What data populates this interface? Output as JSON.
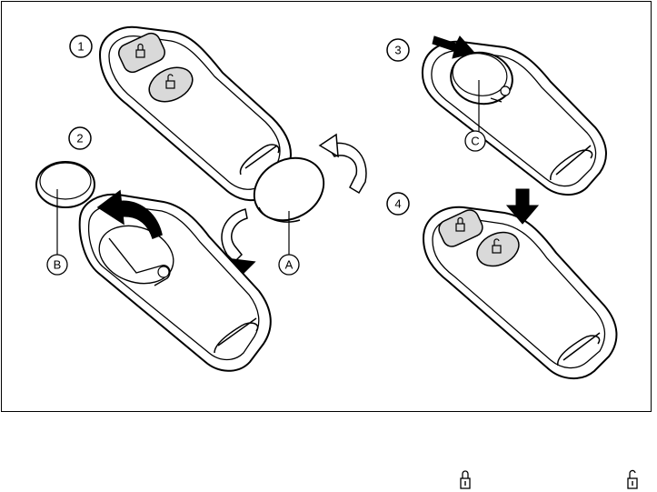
{
  "steps": [
    {
      "number": "1"
    },
    {
      "number": "2"
    },
    {
      "number": "3"
    },
    {
      "number": "4"
    }
  ],
  "callouts": {
    "a": "A",
    "b": "B",
    "c": "C"
  },
  "colors": {
    "line": "#000000",
    "body_fill": "#ffffff",
    "button_fill": "#d9d9d9",
    "arrow_fill": "#000000",
    "background": "#ffffff"
  },
  "footer_icons": [
    "lock-icon",
    "unlock-icon"
  ]
}
